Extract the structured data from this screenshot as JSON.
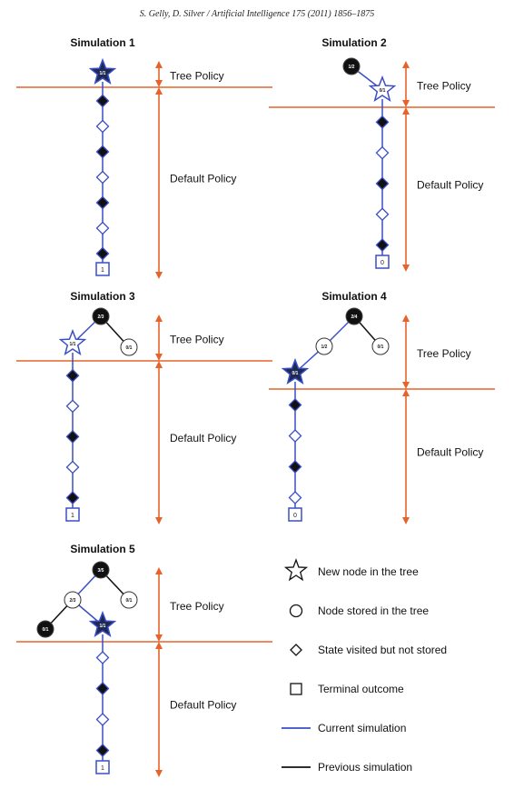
{
  "header": "S. Gelly, D. Silver / Artificial Intelligence 175 (2011) 1856–1875",
  "policy_labels": {
    "tree": "Tree Policy",
    "default": "Default Policy"
  },
  "simulations": [
    {
      "title": "Simulation 1",
      "tree": [
        {
          "id": "r",
          "label": "1/1",
          "kind": "star-new"
        }
      ],
      "chain": [
        "black",
        "white",
        "black",
        "white",
        "black",
        "white",
        "black"
      ],
      "outcome": "1"
    },
    {
      "title": "Simulation 2",
      "tree": [
        {
          "id": "r",
          "label": "1/2",
          "kind": "circle-black"
        },
        {
          "id": "a",
          "parent": "r",
          "label": "0/1",
          "kind": "star-white"
        }
      ],
      "chain": [
        "black",
        "white",
        "black",
        "white",
        "black"
      ],
      "outcome": "0"
    },
    {
      "title": "Simulation 3",
      "tree": [
        {
          "id": "r",
          "label": "2/3",
          "kind": "circle-black"
        },
        {
          "id": "a",
          "parent": "r",
          "label": "1/1",
          "kind": "star-white"
        },
        {
          "id": "b",
          "parent": "r",
          "label": "0/1",
          "kind": "circle-white"
        }
      ],
      "chain": [
        "black",
        "white",
        "black",
        "white",
        "black"
      ],
      "outcome": "1"
    },
    {
      "title": "Simulation 4",
      "tree": [
        {
          "id": "r",
          "label": "2/4",
          "kind": "circle-black"
        },
        {
          "id": "a",
          "parent": "r",
          "label": "1/2",
          "kind": "circle-white"
        },
        {
          "id": "b",
          "parent": "r",
          "label": "0/1",
          "kind": "circle-white"
        },
        {
          "id": "c",
          "parent": "a",
          "label": "0/1",
          "kind": "star-new"
        }
      ],
      "chain": [
        "black",
        "white",
        "black",
        "white"
      ],
      "outcome": "0"
    },
    {
      "title": "Simulation 5",
      "tree": [
        {
          "id": "r",
          "label": "3/5",
          "kind": "circle-black"
        },
        {
          "id": "a",
          "parent": "r",
          "label": "2/3",
          "kind": "circle-white"
        },
        {
          "id": "b",
          "parent": "r",
          "label": "0/1",
          "kind": "circle-white"
        },
        {
          "id": "c",
          "parent": "a",
          "label": "0/1",
          "kind": "circle-black"
        },
        {
          "id": "d",
          "parent": "a",
          "label": "1/1",
          "kind": "star-new"
        }
      ],
      "chain": [
        "white",
        "black",
        "white",
        "black"
      ],
      "outcome": "1"
    }
  ],
  "legend": [
    {
      "symbol": "star",
      "label": "New node in the tree"
    },
    {
      "symbol": "circle",
      "label": "Node stored in the tree"
    },
    {
      "symbol": "diamond",
      "label": "State visited but not stored"
    },
    {
      "symbol": "square",
      "label": "Terminal outcome"
    },
    {
      "symbol": "blue-line",
      "label": "Current simulation"
    },
    {
      "symbol": "black-line",
      "label": "Previous simulation"
    }
  ],
  "colors": {
    "current": "#3a4fc4",
    "previous": "#111111",
    "policy": "#e8632a",
    "node_black": "#111111",
    "star_new": "#1e2a55"
  }
}
